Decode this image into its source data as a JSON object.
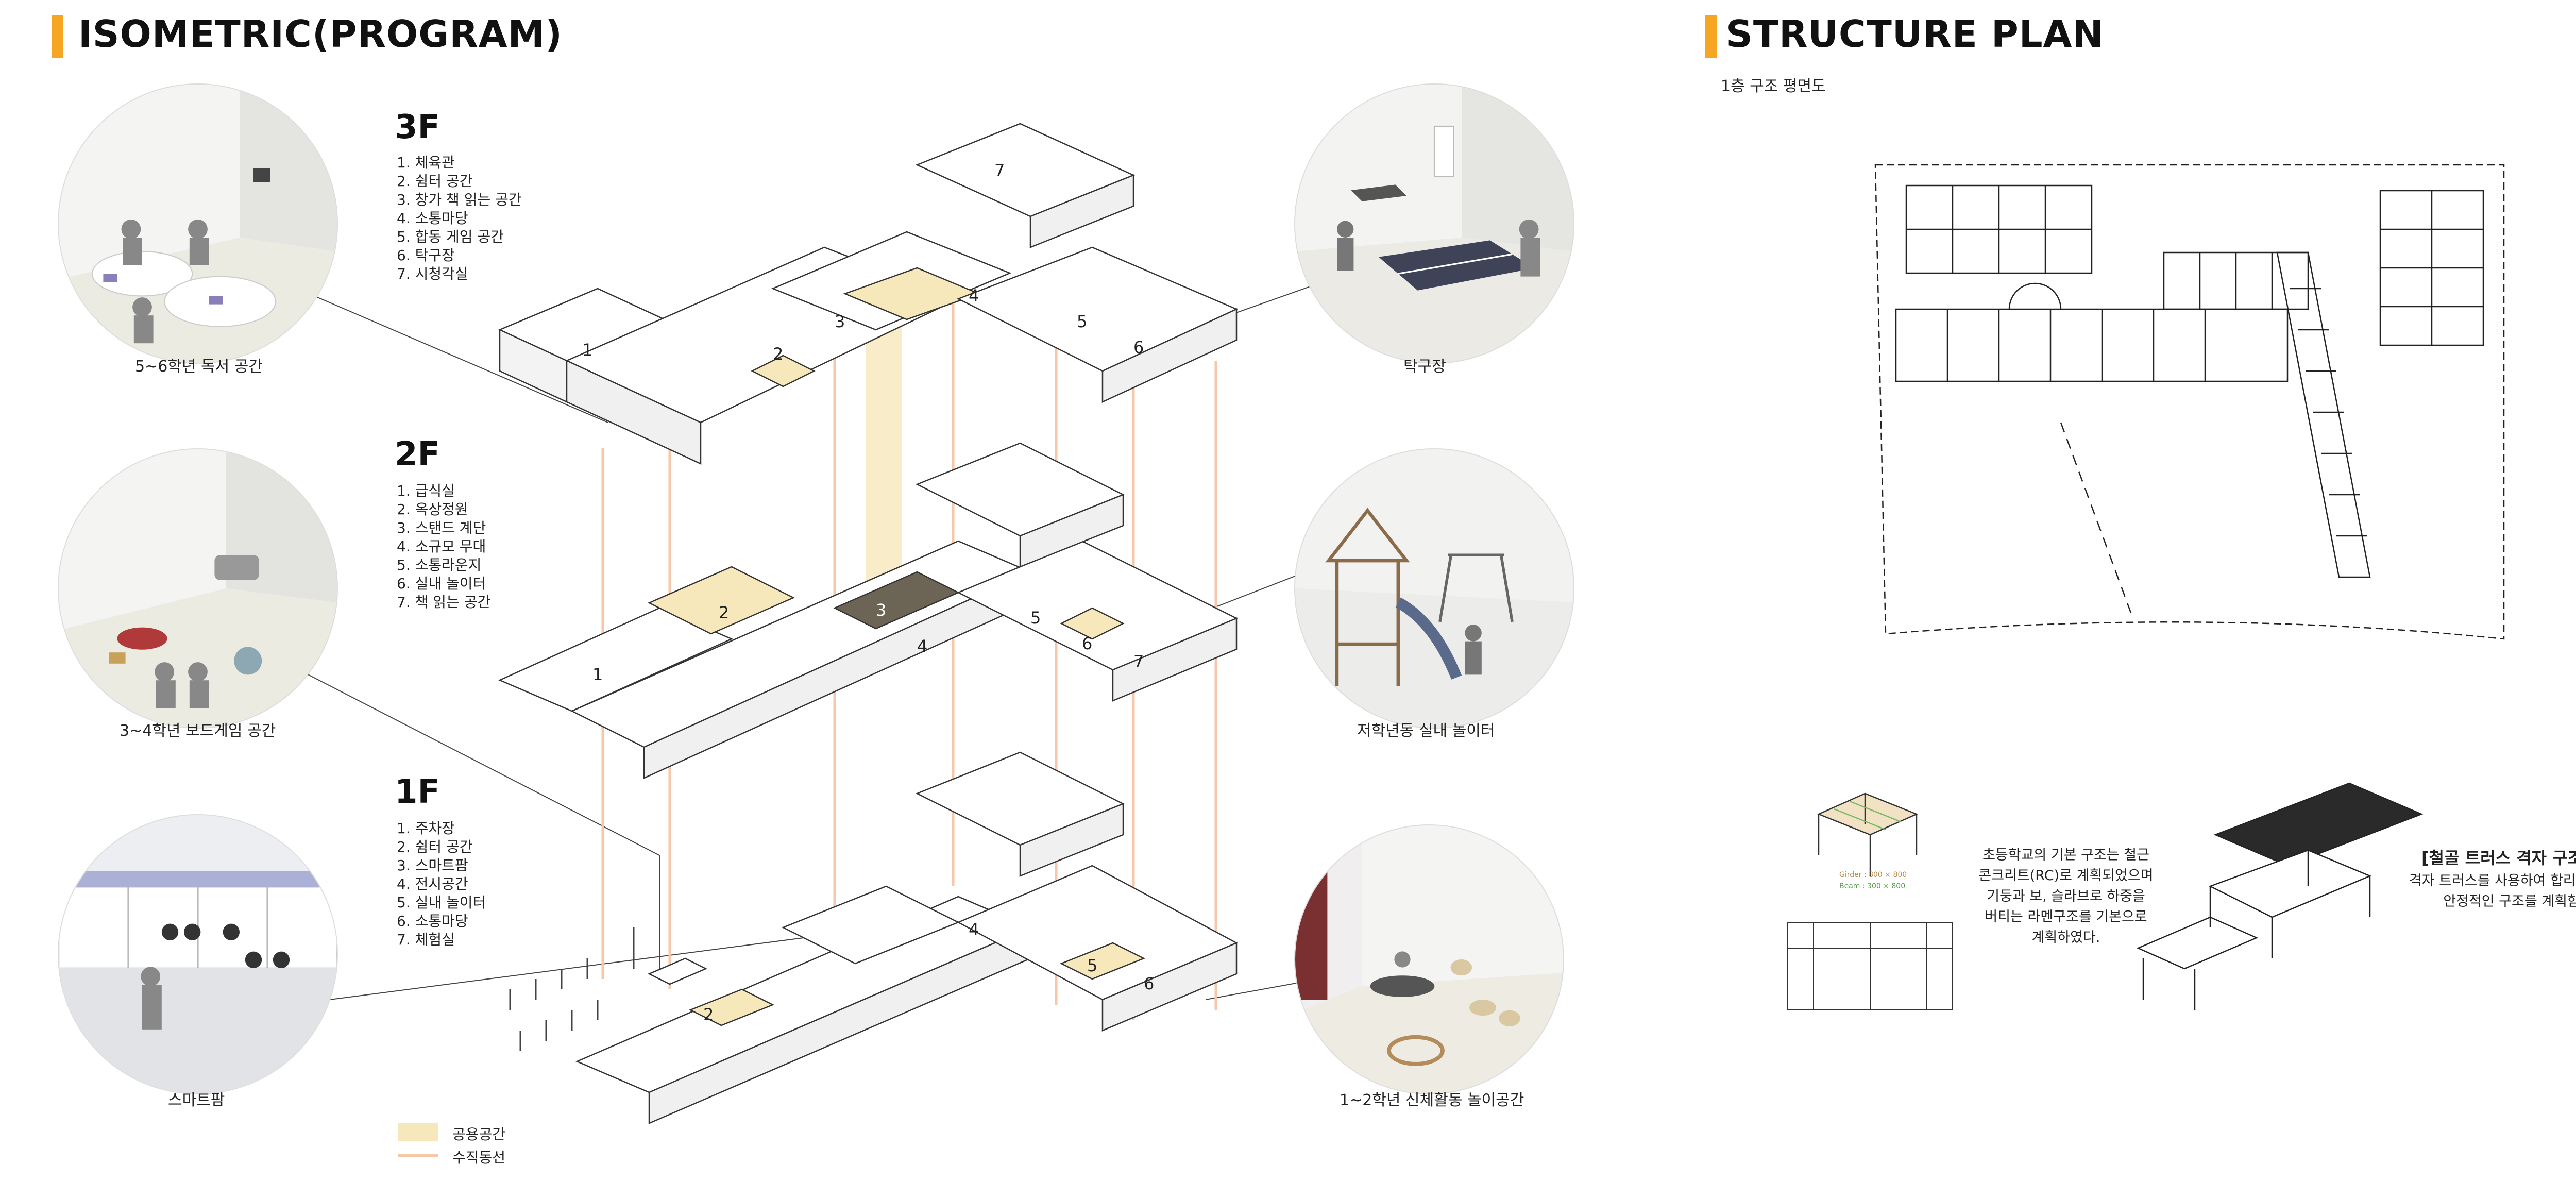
{
  "left_section": {
    "title": "ISOMETRIC(PROGRAM)"
  },
  "right_section": {
    "title": "STRUCTURE PLAN",
    "subtitle": "1층 구조 평면도"
  },
  "floors": {
    "f3": {
      "title": "3F",
      "items": [
        "1. 체육관",
        "2. 쉼터 공간",
        "3. 창가 책 읽는 공간",
        "4. 소통마당",
        "5. 합동 게임 공간",
        "6. 탁구장",
        "7. 시청각실"
      ]
    },
    "f2": {
      "title": "2F",
      "items": [
        "1. 급식실",
        "2. 옥상정원",
        "3. 스탠드 계단",
        "4. 소규모 무대",
        "5. 소통라운지",
        "6. 실내 놀이터",
        "7. 책 읽는 공간"
      ]
    },
    "f1": {
      "title": "1F",
      "items": [
        "1. 주차장",
        "2. 쉼터 공간",
        "3. 스마트팜",
        "4. 전시공간",
        "5. 실내 놀이터",
        "6. 소통마당",
        "7. 체험실"
      ]
    }
  },
  "photos": {
    "reading": "5~6학년 독서 공간",
    "boardgame": "3~4학년 보드게임 공간",
    "smartfarm": "스마트팜",
    "pingpong": "탁구장",
    "playground": "저학년동 실내 놀이터",
    "physical": "1~2학년 신체활동 놀이공간"
  },
  "legend": {
    "common": "공용공간",
    "vertical": "수직동선",
    "common_color": "#f7e8bc",
    "vertical_color": "#f6c7a9"
  },
  "structure": {
    "rc_text": [
      "초등학교의 기본 구조는 철근",
      "콘크리트(RC)로 계획되었으며",
      "기둥과 보, 슬라브로 하중을",
      "버티는 라멘구조를 기본으로",
      "계획하였다."
    ],
    "truss_title": "[철골 트러스 격자 구조]",
    "truss_text": [
      "격자 트러스를 사용하여 합리적이고",
      "안정적인 구조를 계획함"
    ],
    "girder_label": "Girder : 800 × 800",
    "beam_label": "Beam : 300 × 800"
  },
  "floor_labels": {
    "f3": [
      "1",
      "2",
      "3",
      "4",
      "5",
      "6",
      "7"
    ],
    "f2": [
      "1",
      "2",
      "3",
      "4",
      "5",
      "6",
      "7"
    ],
    "f1": [
      "2",
      "4",
      "5",
      "6"
    ]
  }
}
